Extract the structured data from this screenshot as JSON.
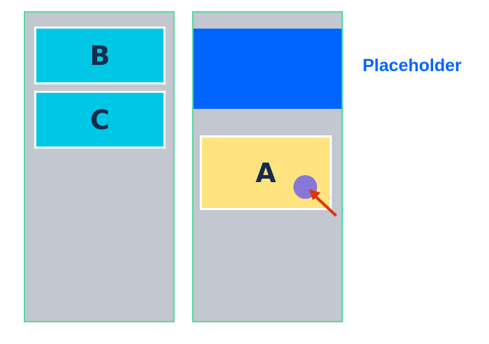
{
  "left_column": {
    "cards": [
      {
        "label": "B",
        "color": "#00c7e6"
      },
      {
        "label": "C",
        "color": "#00c7e6"
      }
    ]
  },
  "right_column": {
    "drop_zone_color": "#0065ff",
    "card": {
      "label": "A",
      "color": "#ffe380"
    }
  },
  "placeholder_label": "Placeholder",
  "colors": {
    "column_background": "#c2c7d0",
    "column_border": "#57d9a3",
    "card_text": "#172b4d",
    "drag_handle": "#8777d9",
    "arrow": "#de350b"
  }
}
